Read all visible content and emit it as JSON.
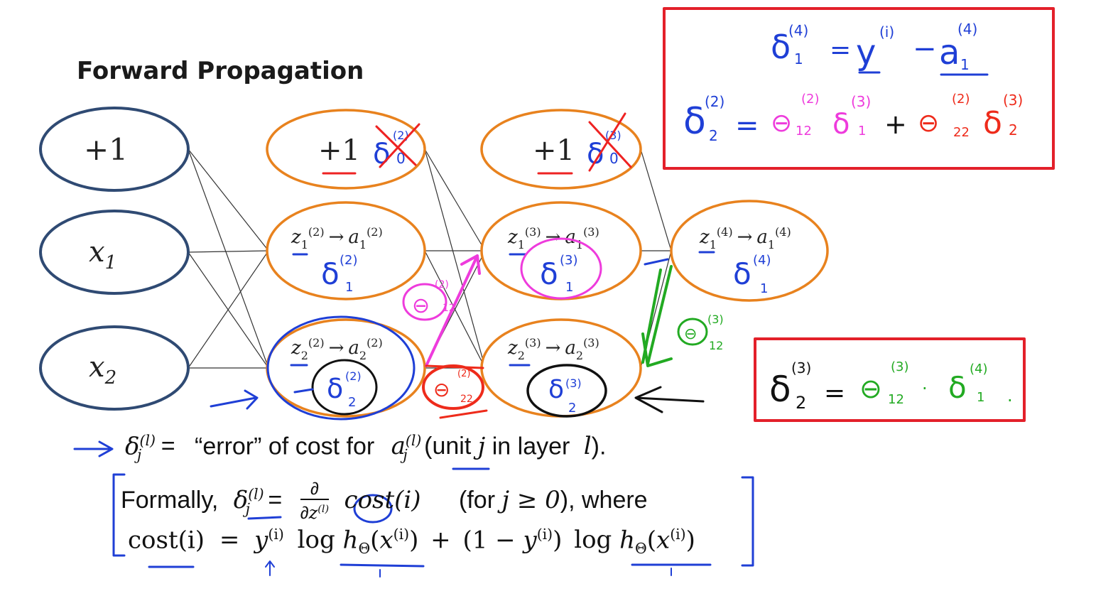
{
  "title": "Forward Propagation",
  "colors": {
    "input_node": "#2f4a73",
    "hidden_node": "#e8821e",
    "blue_ink": "#1f3fd6",
    "pink_ink": "#ee3bdc",
    "red_ink": "#ee2b1b",
    "green_ink": "#22aa22",
    "box": "#e3202a"
  },
  "nodes": {
    "bias": "+1",
    "x1": "x",
    "x1_sub": "1",
    "x2": "x",
    "x2_sub": "2"
  },
  "hidden": {
    "z": "z",
    "a": "a",
    "arrow": "→",
    "l2": "(2)",
    "l3": "(3)",
    "l4": "(4)",
    "sub1": "1",
    "sub2": "2"
  },
  "definition": {
    "delta_sym": "δ",
    "delta_sup": "(l)",
    "delta_sub": "j",
    "equals": "=",
    "text": "“error” of cost for",
    "a_sym": "a",
    "unit_text_pre": "(unit",
    "j": "j",
    "unit_text_mid": "in layer",
    "l": "l",
    "unit_text_post": ")."
  },
  "formally": {
    "lead": "Formally,",
    "partial": "∂",
    "cost": "cost(i)",
    "condition_pre": "(for",
    "condition_math": "j ≥ 0",
    "condition_post": "), where"
  },
  "cost_line": {
    "lhs": "cost(i)",
    "eq": "=",
    "y": "y",
    "sup_i": "(i)",
    "log": "log",
    "h": "h",
    "theta": "Θ",
    "x": "x",
    "one_minus": "(1 −",
    "plus": "+"
  }
}
